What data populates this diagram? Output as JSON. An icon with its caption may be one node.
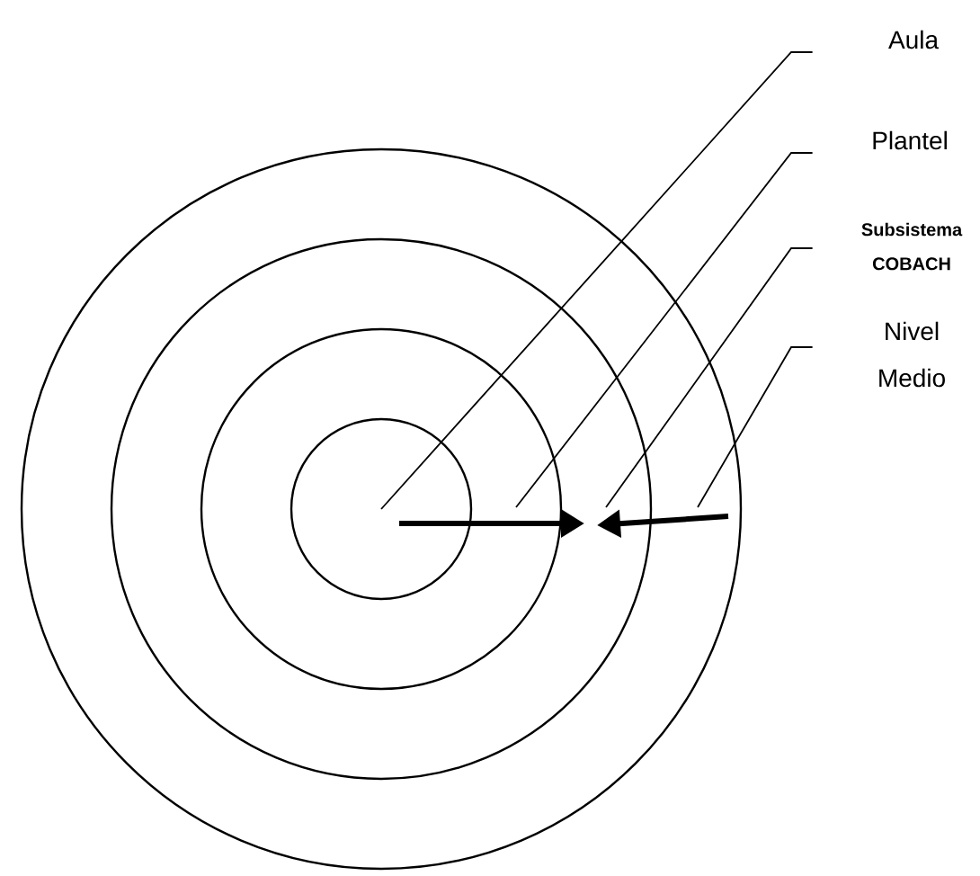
{
  "diagram": {
    "nodes": [
      {
        "text": [],
        "shape": "circle"
      },
      {
        "text": [],
        "shape": "circle",
        "in": 0
      },
      {
        "text": [],
        "shape": "circle",
        "in": 1
      },
      {
        "text": [],
        "shape": "circle",
        "in": 2
      },
      {
        "text": [
          "Aula"
        ]
      },
      {
        "text": [
          "Plantel"
        ]
      },
      {
        "text": [
          "Subsistema COBACH"
        ]
      },
      {
        "text": [
          "Nivel Medio"
        ]
      }
    ],
    "edges": [
      {
        "from": 4,
        "to": 3,
        "arrow": "none"
      },
      {
        "from": 5,
        "to": 2,
        "arrow": "none"
      },
      {
        "from": 6,
        "to": 1,
        "arrow": "none"
      },
      {
        "from": 7,
        "to": 0,
        "arrow": "none"
      },
      {
        "from": 3,
        "to": 2,
        "arrow": "to",
        "style": "thick"
      },
      {
        "from": 0,
        "to": 1,
        "arrow": "to",
        "style": "thick"
      }
    ]
  }
}
